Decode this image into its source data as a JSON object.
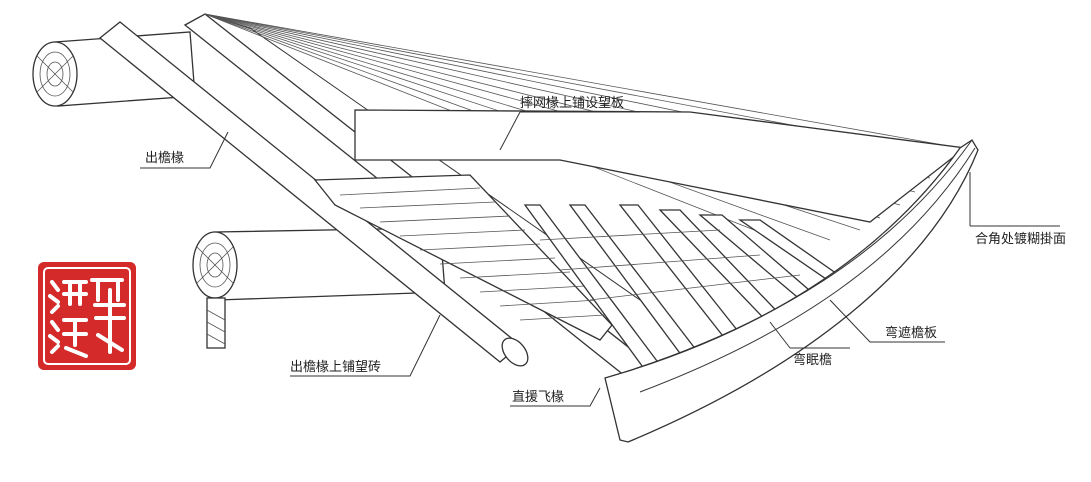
{
  "labels": {
    "l1": "出檐椽",
    "l2": "摔网椽上铺设望板",
    "l3": "合角处镀糊掛面",
    "l4": "弯眠檐",
    "l5": "弯遮檐板",
    "l6": "出檐椽上铺望砖",
    "l7": "直援飞椽"
  },
  "seal": {
    "text": "保滿德",
    "color": "#d42a2a"
  }
}
